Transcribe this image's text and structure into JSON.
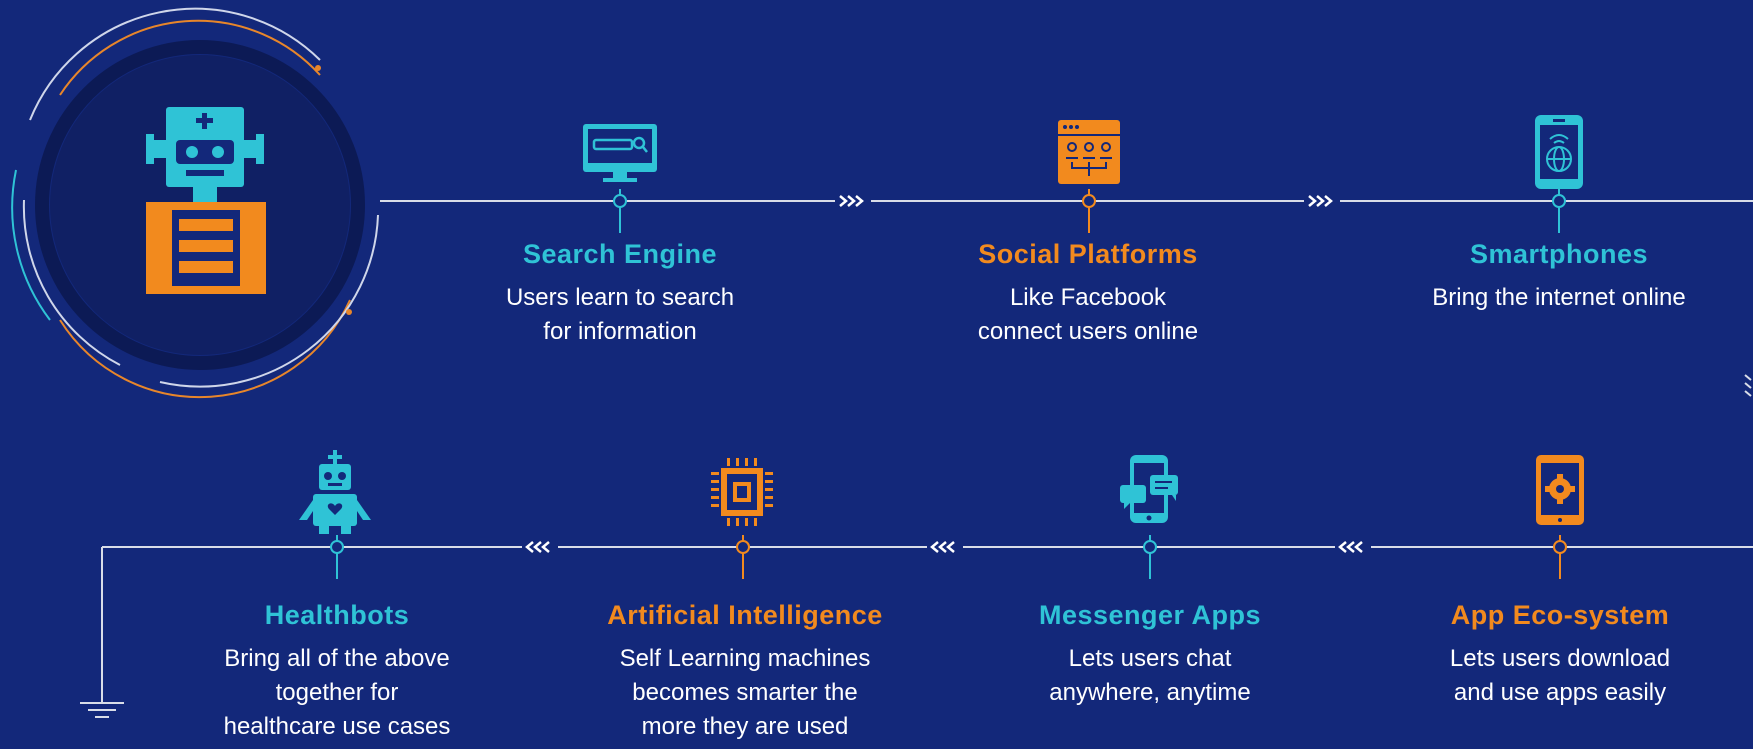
{
  "colors": {
    "background": "#13287a",
    "cyan": "#2fc3d6",
    "orange": "#f28a1e",
    "line": "#d9dde8",
    "text": "#ffffff"
  },
  "steps": [
    {
      "title": "Search Engine",
      "desc": "Users learn to search\nfor information",
      "color": "cyan",
      "icon": "search-engine-icon"
    },
    {
      "title": "Social Platforms",
      "desc": "Like Facebook\nconnect users online",
      "color": "orange",
      "icon": "social-network-icon"
    },
    {
      "title": "Smartphones",
      "desc": "Bring the internet online",
      "color": "cyan",
      "icon": "smartphone-globe-icon"
    },
    {
      "title": "App Eco-system",
      "desc": "Lets users download\nand use apps easily",
      "color": "orange",
      "icon": "tablet-settings-icon"
    },
    {
      "title": "Messenger Apps",
      "desc": "Lets users chat\nanywhere, anytime",
      "color": "cyan",
      "icon": "phone-chat-icon"
    },
    {
      "title": "Artificial Intelligence",
      "desc": "Self Learning machines\nbecomes smarter the\nmore they are used",
      "color": "orange",
      "icon": "ai-chip-icon"
    },
    {
      "title": "Healthbots",
      "desc": "Bring all of the above\ntogether for\nhealthcare use cases",
      "color": "cyan",
      "icon": "healthbot-icon"
    }
  ],
  "main_icon": "robot-icon"
}
